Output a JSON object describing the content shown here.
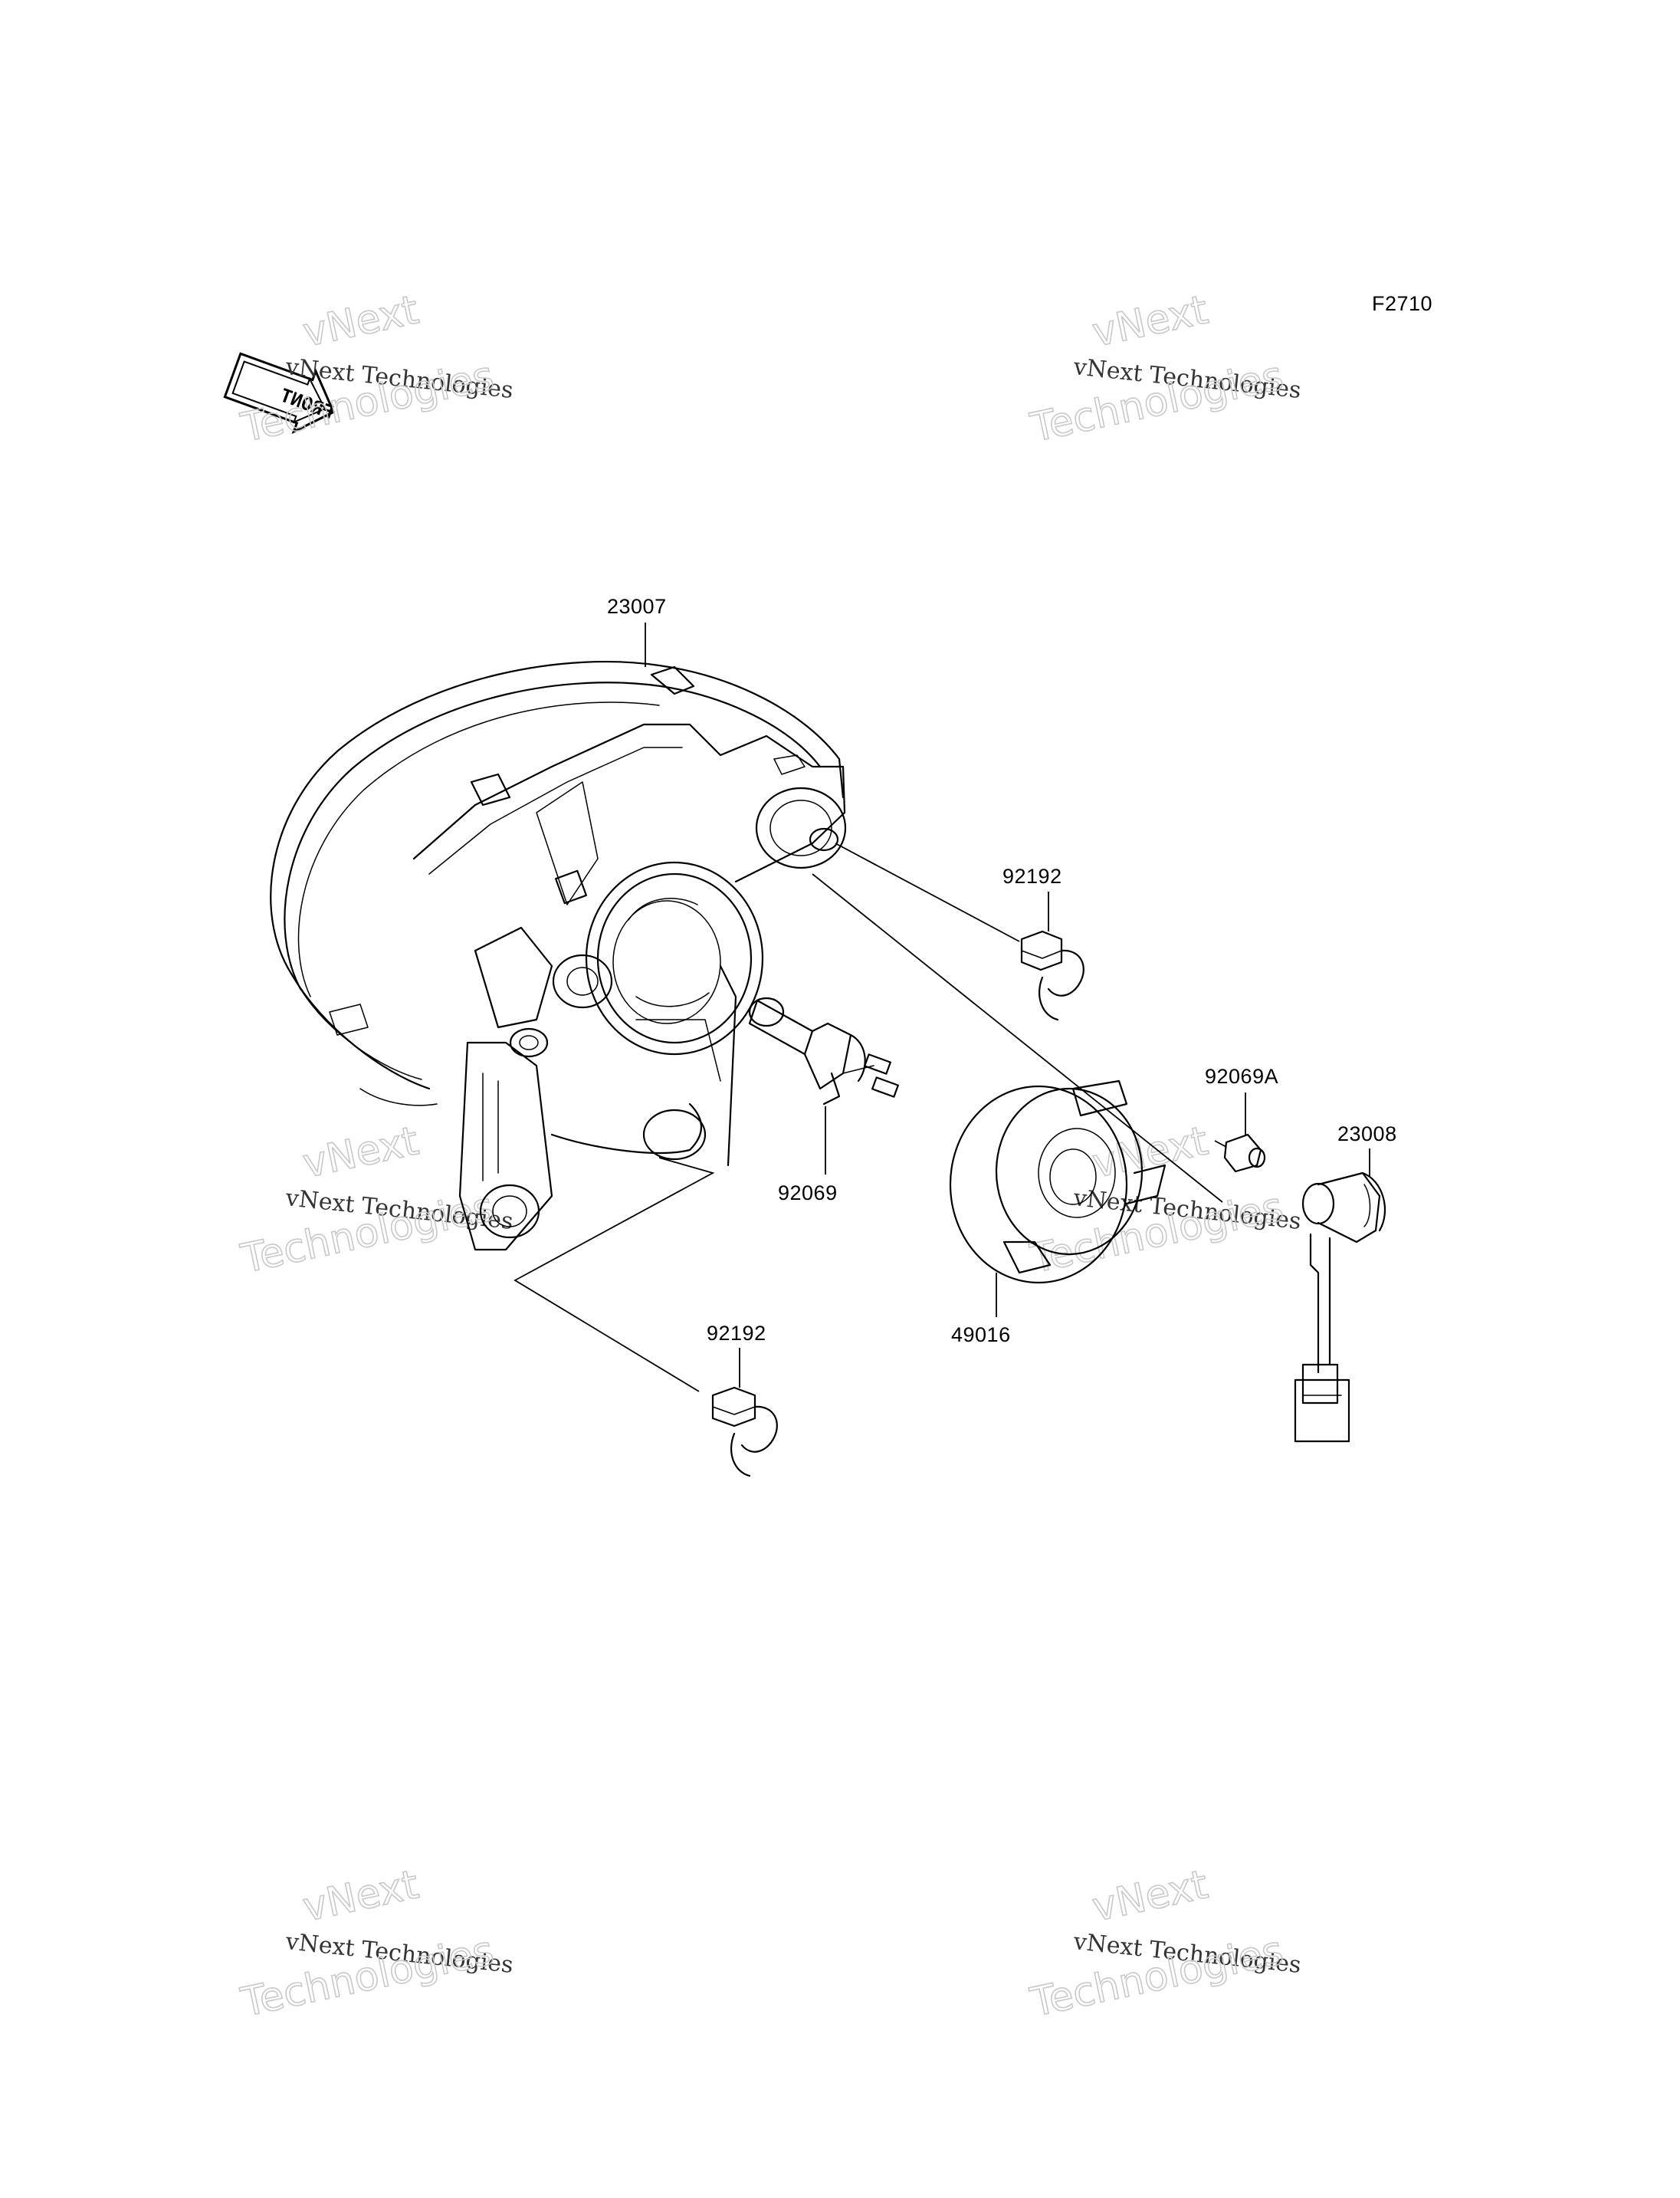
{
  "figure_code": "F2710",
  "front_badge": "FRONT",
  "watermark": {
    "line_small": "vNext Technologies",
    "line_large_1": "vNext",
    "line_large_2": "Technologies"
  },
  "parts": {
    "headlight_assembly": "23007",
    "socket_lower_right": "92192",
    "socket_lower": "92192",
    "bulb": "92069",
    "cover": "49016",
    "small_bulb": "92069A",
    "socket_assembly": "23008"
  }
}
